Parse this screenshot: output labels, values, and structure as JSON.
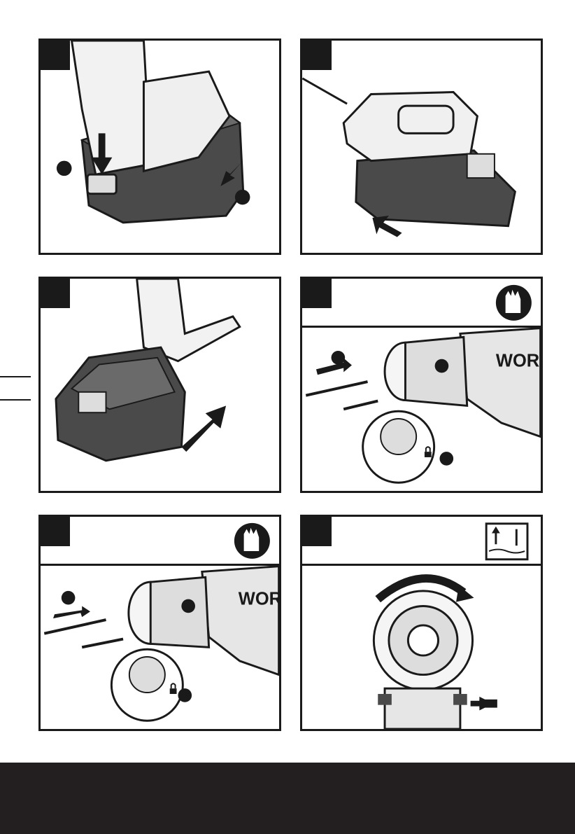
{
  "page": {
    "colors": {
      "ink": "#1a1a1a",
      "footer": "#231f20",
      "paper": "#ffffff",
      "tool_grey": "#d9d9d9",
      "tool_dark": "#4a4a4a"
    }
  },
  "panels": [
    {
      "id": 1,
      "illustration": "battery-removal-from-drill",
      "icons": [
        "down-arrow-icon",
        "left-arrow-icon"
      ]
    },
    {
      "id": 2,
      "illustration": "battery-on-charger",
      "icons": [
        "charger-cable-icon",
        "push-arrow-icon"
      ]
    },
    {
      "id": 3,
      "illustration": "battery-insertion",
      "icons": [
        "up-arrow-icon"
      ]
    },
    {
      "id": 4,
      "illustration": "chuck-open-bit-removal",
      "icons": [
        "gloves-icon",
        "rotate-arrow-icon",
        "lock-icon"
      ]
    },
    {
      "id": 5,
      "illustration": "chuck-close-bit-insertion",
      "icons": [
        "gloves-icon",
        "rotate-arrow-icon",
        "lock-icon"
      ]
    },
    {
      "id": 6,
      "illustration": "direction-switch-front-view",
      "icons": [
        "screw-depth-icon",
        "curved-arrow-icon",
        "push-arrow-icon"
      ]
    }
  ],
  "labels": {
    "brand_mark": "WOR"
  }
}
